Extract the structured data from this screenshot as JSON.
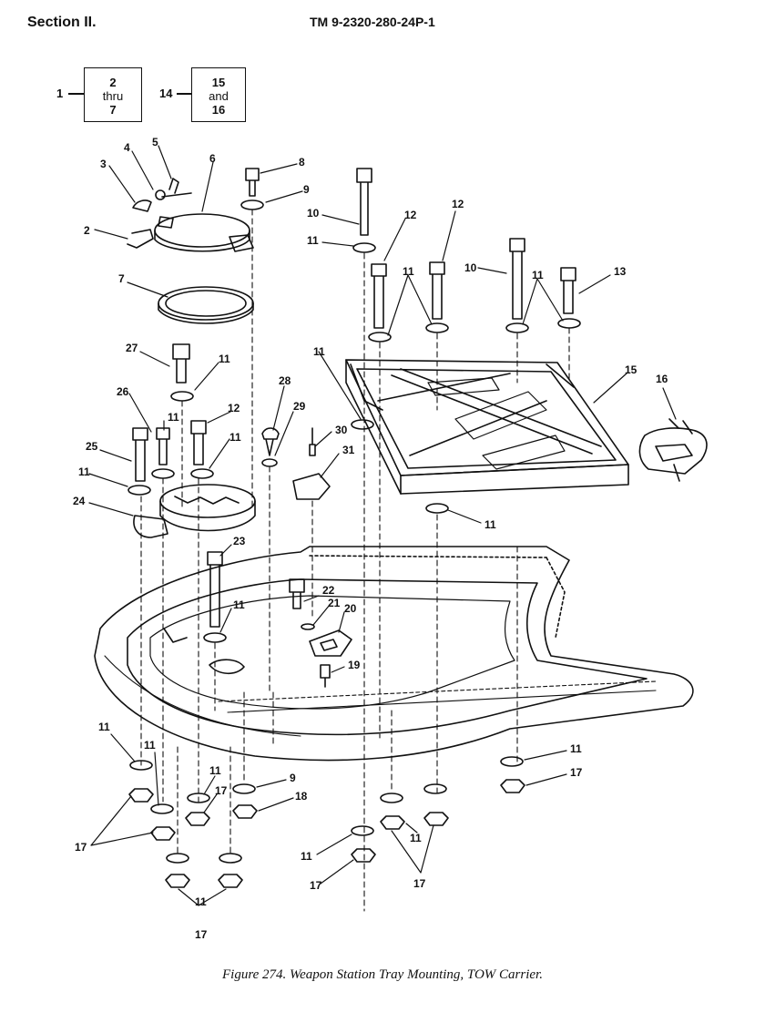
{
  "header": {
    "section": "Section II.",
    "tm_number": "TM 9-2320-280-24P-1"
  },
  "reference_boxes": [
    {
      "item": "1",
      "lines": [
        "2",
        "thru",
        "7"
      ]
    },
    {
      "item": "14",
      "lines": [
        "15",
        "and",
        "16"
      ]
    }
  ],
  "callouts": [
    "1",
    "2",
    "3",
    "4",
    "5",
    "6",
    "7",
    "8",
    "9",
    "10",
    "11",
    "12",
    "13",
    "14",
    "15",
    "16",
    "17",
    "18",
    "19",
    "20",
    "21",
    "22",
    "23",
    "24",
    "25",
    "26",
    "27",
    "28",
    "29",
    "30",
    "31"
  ],
  "caption": "Figure 274.  Weapon Station Tray Mounting, TOW Carrier."
}
